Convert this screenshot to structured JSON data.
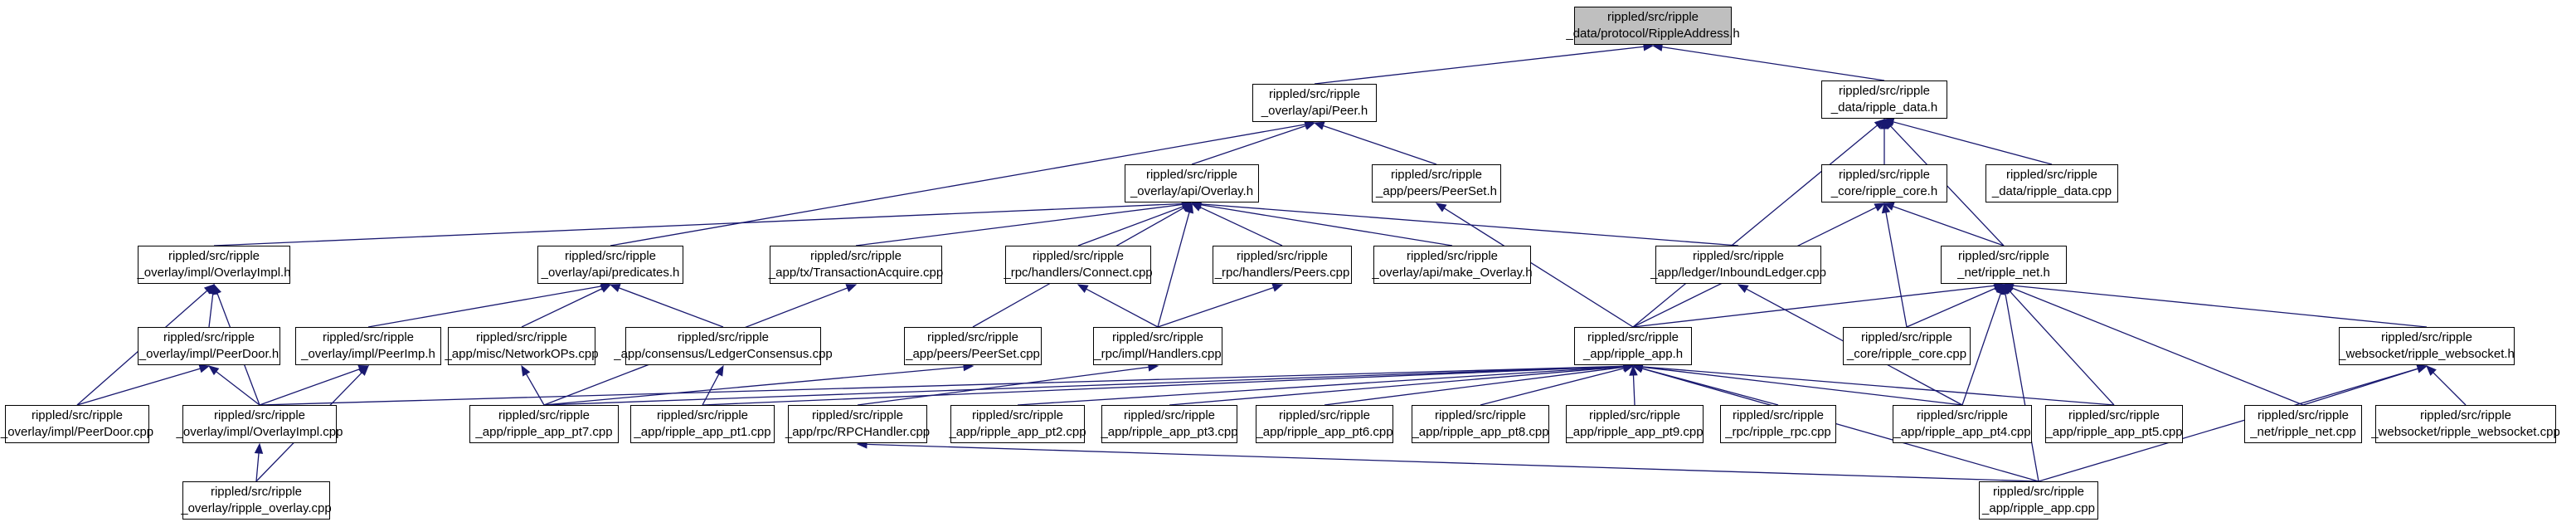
{
  "colors": {
    "edge": "#191970",
    "border": "#000000",
    "root_fill": "#bfbfbf",
    "node_fill": "#ffffff"
  },
  "nodes": {
    "root": {
      "line1": "rippled/src/ripple",
      "line2": "_data/protocol/RippleAddress.h"
    },
    "peer_h": {
      "line1": "rippled/src/ripple",
      "line2": "_overlay/api/Peer.h"
    },
    "ripple_data_h": {
      "line1": "rippled/src/ripple",
      "line2": "_data/ripple_data.h"
    },
    "overlay_h": {
      "line1": "rippled/src/ripple",
      "line2": "_overlay/api/Overlay.h"
    },
    "peerset_h": {
      "line1": "rippled/src/ripple",
      "line2": "_app/peers/PeerSet.h"
    },
    "ripple_core_h": {
      "line1": "rippled/src/ripple",
      "line2": "_core/ripple_core.h"
    },
    "ripple_data_cpp": {
      "line1": "rippled/src/ripple",
      "line2": "_data/ripple_data.cpp"
    },
    "overlayimpl_h": {
      "line1": "rippled/src/ripple",
      "line2": "_overlay/impl/OverlayImpl.h"
    },
    "predicates_h": {
      "line1": "rippled/src/ripple",
      "line2": "_overlay/api/predicates.h"
    },
    "transactionacquire_cpp": {
      "line1": "rippled/src/ripple",
      "line2": "_app/tx/TransactionAcquire.cpp"
    },
    "connect_cpp": {
      "line1": "rippled/src/ripple",
      "line2": "_rpc/handlers/Connect.cpp"
    },
    "peers_cpp": {
      "line1": "rippled/src/ripple",
      "line2": "_rpc/handlers/Peers.cpp"
    },
    "make_overlay_h": {
      "line1": "rippled/src/ripple",
      "line2": "_overlay/api/make_Overlay.h"
    },
    "inboundledger_cpp": {
      "line1": "rippled/src/ripple",
      "line2": "_app/ledger/InboundLedger.cpp"
    },
    "ripple_net_h": {
      "line1": "rippled/src/ripple",
      "line2": "_net/ripple_net.h"
    },
    "peerdoor_h": {
      "line1": "rippled/src/ripple",
      "line2": "_overlay/impl/PeerDoor.h"
    },
    "peerimp_h": {
      "line1": "rippled/src/ripple",
      "line2": "_overlay/impl/PeerImp.h"
    },
    "networkops_cpp": {
      "line1": "rippled/src/ripple",
      "line2": "_app/misc/NetworkOPs.cpp"
    },
    "ledgerconsensus_cpp": {
      "line1": "rippled/src/ripple",
      "line2": "_app/consensus/LedgerConsensus.cpp"
    },
    "peerset_cpp": {
      "line1": "rippled/src/ripple",
      "line2": "_app/peers/PeerSet.cpp"
    },
    "handlers_h": {
      "line1": "rippled/src/ripple",
      "line2": "_rpc/impl/Handlers.cpp"
    },
    "ripple_app_h": {
      "line1": "rippled/src/ripple",
      "line2": "_app/ripple_app.h"
    },
    "ripple_core_cpp": {
      "line1": "rippled/src/ripple",
      "line2": "_core/ripple_core.cpp"
    },
    "ripple_websocket_h": {
      "line1": "rippled/src/ripple",
      "line2": "_websocket/ripple_websocket.h"
    },
    "peerdoor_cpp": {
      "line1": "rippled/src/ripple",
      "line2": "_overlay/impl/PeerDoor.cpp"
    },
    "overlayimpl_cpp": {
      "line1": "rippled/src/ripple",
      "line2": "_overlay/impl/OverlayImpl.cpp"
    },
    "pt7_cpp": {
      "line1": "rippled/src/ripple",
      "line2": "_app/ripple_app_pt7.cpp"
    },
    "pt1_cpp": {
      "line1": "rippled/src/ripple",
      "line2": "_app/ripple_app_pt1.cpp"
    },
    "rpchandler_cpp": {
      "line1": "rippled/src/ripple",
      "line2": "_app/rpc/RPCHandler.cpp"
    },
    "pt2_cpp": {
      "line1": "rippled/src/ripple",
      "line2": "_app/ripple_app_pt2.cpp"
    },
    "pt3_cpp": {
      "line1": "rippled/src/ripple",
      "line2": "_app/ripple_app_pt3.cpp"
    },
    "pt6_cpp": {
      "line1": "rippled/src/ripple",
      "line2": "_app/ripple_app_pt6.cpp"
    },
    "pt8_cpp": {
      "line1": "rippled/src/ripple",
      "line2": "_app/ripple_app_pt8.cpp"
    },
    "pt9_cpp": {
      "line1": "rippled/src/ripple",
      "line2": "_app/ripple_app_pt9.cpp"
    },
    "ripple_rpc_cpp": {
      "line1": "rippled/src/ripple",
      "line2": "_rpc/ripple_rpc.cpp"
    },
    "pt4_cpp": {
      "line1": "rippled/src/ripple",
      "line2": "_app/ripple_app_pt4.cpp"
    },
    "pt5_cpp": {
      "line1": "rippled/src/ripple",
      "line2": "_app/ripple_app_pt5.cpp"
    },
    "ripple_net_cpp": {
      "line1": "rippled/src/ripple",
      "line2": "_net/ripple_net.cpp"
    },
    "ripple_websocket_cpp": {
      "line1": "rippled/src/ripple",
      "line2": "_websocket/ripple_websocket.cpp"
    },
    "ripple_overlay_cpp": {
      "line1": "rippled/src/ripple",
      "line2": "_overlay/ripple_overlay.cpp"
    },
    "ripple_app_cpp": {
      "line1": "rippled/src/ripple",
      "line2": "_app/ripple_app.cpp"
    }
  },
  "edges": [
    [
      "peer_h",
      "root"
    ],
    [
      "ripple_data_h",
      "root"
    ],
    [
      "overlay_h",
      "peer_h"
    ],
    [
      "peerset_h",
      "peer_h"
    ],
    [
      "predicates_h",
      "peer_h"
    ],
    [
      "ripple_core_h",
      "ripple_data_h"
    ],
    [
      "ripple_data_cpp",
      "ripple_data_h"
    ],
    [
      "ripple_net_h",
      "ripple_data_h"
    ],
    [
      "ripple_app_h",
      "ripple_data_h"
    ],
    [
      "overlayimpl_h",
      "overlay_h"
    ],
    [
      "transactionacquire_cpp",
      "overlay_h"
    ],
    [
      "connect_cpp",
      "overlay_h"
    ],
    [
      "peers_cpp",
      "overlay_h"
    ],
    [
      "make_overlay_h",
      "overlay_h"
    ],
    [
      "inboundledger_cpp",
      "overlay_h"
    ],
    [
      "peerset_cpp",
      "overlay_h"
    ],
    [
      "handlers_h",
      "overlay_h"
    ],
    [
      "ripple_app_h",
      "peerset_h"
    ],
    [
      "ripple_net_h",
      "ripple_core_h"
    ],
    [
      "ripple_app_h",
      "ripple_core_h"
    ],
    [
      "ripple_core_cpp",
      "ripple_core_h"
    ],
    [
      "ripple_app_h",
      "ripple_net_h"
    ],
    [
      "ripple_core_cpp",
      "ripple_net_h"
    ],
    [
      "ripple_websocket_h",
      "ripple_net_h"
    ],
    [
      "ripple_net_cpp",
      "ripple_net_h"
    ],
    [
      "pt4_cpp",
      "ripple_net_h"
    ],
    [
      "pt5_cpp",
      "ripple_net_h"
    ],
    [
      "ripple_app_cpp",
      "ripple_net_h"
    ],
    [
      "peerdoor_h",
      "overlayimpl_h"
    ],
    [
      "overlayimpl_cpp",
      "overlayimpl_h"
    ],
    [
      "peerdoor_cpp",
      "overlayimpl_h"
    ],
    [
      "peerimp_h",
      "predicates_h"
    ],
    [
      "networkops_cpp",
      "predicates_h"
    ],
    [
      "ledgerconsensus_cpp",
      "predicates_h"
    ],
    [
      "pt7_cpp",
      "transactionacquire_cpp"
    ],
    [
      "handlers_h",
      "connect_cpp"
    ],
    [
      "handlers_h",
      "peers_cpp"
    ],
    [
      "pt4_cpp",
      "inboundledger_cpp"
    ],
    [
      "peerdoor_cpp",
      "peerdoor_h"
    ],
    [
      "overlayimpl_cpp",
      "peerdoor_h"
    ],
    [
      "overlayimpl_cpp",
      "peerimp_h"
    ],
    [
      "ripple_overlay_cpp",
      "peerimp_h"
    ],
    [
      "pt7_cpp",
      "networkops_cpp"
    ],
    [
      "pt1_cpp",
      "ledgerconsensus_cpp"
    ],
    [
      "pt7_cpp",
      "peerset_cpp"
    ],
    [
      "rpchandler_cpp",
      "handlers_h"
    ],
    [
      "pt7_cpp",
      "ripple_app_h"
    ],
    [
      "pt1_cpp",
      "ripple_app_h"
    ],
    [
      "pt2_cpp",
      "ripple_app_h"
    ],
    [
      "pt3_cpp",
      "ripple_app_h"
    ],
    [
      "pt6_cpp",
      "ripple_app_h"
    ],
    [
      "pt8_cpp",
      "ripple_app_h"
    ],
    [
      "pt9_cpp",
      "ripple_app_h"
    ],
    [
      "ripple_rpc_cpp",
      "ripple_app_h"
    ],
    [
      "pt4_cpp",
      "ripple_app_h"
    ],
    [
      "pt5_cpp",
      "ripple_app_h"
    ],
    [
      "ripple_app_cpp",
      "ripple_app_h"
    ],
    [
      "overlayimpl_cpp",
      "ripple_app_h"
    ],
    [
      "ripple_net_cpp",
      "ripple_websocket_h"
    ],
    [
      "ripple_websocket_cpp",
      "ripple_websocket_h"
    ],
    [
      "ripple_app_cpp",
      "ripple_websocket_h"
    ],
    [
      "ripple_overlay_cpp",
      "overlayimpl_cpp"
    ],
    [
      "ripple_app_cpp",
      "rpchandler_cpp"
    ]
  ]
}
